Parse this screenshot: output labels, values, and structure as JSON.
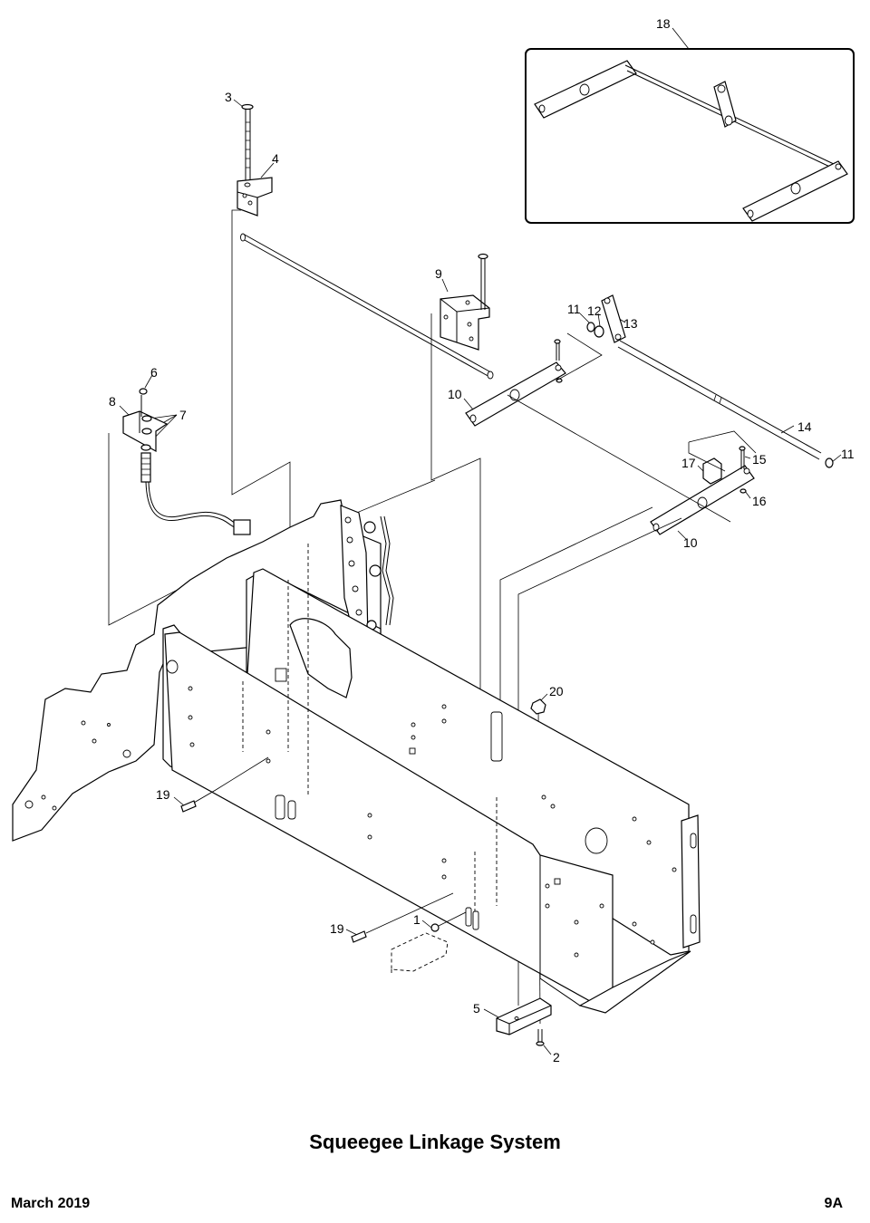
{
  "diagram": {
    "title": "Squeegee Linkage System",
    "callouts": {
      "c1": "1",
      "c2": "2",
      "c3": "3",
      "c4": "4",
      "c5": "5",
      "c6": "6",
      "c7": "7",
      "c8": "8",
      "c9": "9",
      "c10a": "10",
      "c10b": "10",
      "c11a": "11",
      "c11b": "11",
      "c12": "12",
      "c13": "13",
      "c14": "14",
      "c15": "15",
      "c16": "16",
      "c17": "17",
      "c18": "18",
      "c19a": "19",
      "c19b": "19",
      "c20": "20"
    }
  },
  "footer": {
    "date": "March 2019",
    "page": "9A"
  }
}
